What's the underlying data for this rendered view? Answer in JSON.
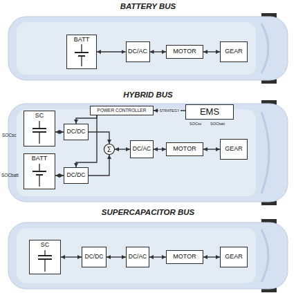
{
  "diagram": {
    "nodes": [
      {
        "text": [
          "BATTERY BUS"
        ]
      },
      {
        "text": [
          "BATT"
        ],
        "in": 0
      },
      {
        "text": [
          "DC/AC"
        ],
        "in": 0
      },
      {
        "text": [
          "MOTOR"
        ],
        "in": 0
      },
      {
        "text": [
          "GEAR"
        ],
        "in": 0
      },
      {
        "text": [
          "HYBRID BUS"
        ]
      },
      {
        "text": [
          "POWER CONTROLLER"
        ],
        "in": 5
      },
      {
        "text": [
          "EMS"
        ],
        "in": 5
      },
      {
        "text": [
          "SC"
        ],
        "in": 5
      },
      {
        "text": [
          "DC/DC"
        ],
        "in": 5
      },
      {
        "text": [
          "Σ"
        ],
        "in": 5
      },
      {
        "text": [
          "DC/AC"
        ],
        "in": 5
      },
      {
        "text": [
          "MOTOR"
        ],
        "in": 5
      },
      {
        "text": [
          "GEAR"
        ],
        "in": 5
      },
      {
        "text": [
          "BATT"
        ],
        "in": 5
      },
      {
        "text": [
          "DC/DC"
        ],
        "in": 5
      },
      {
        "text": [
          "SUPERCAPACITOR BUS"
        ]
      },
      {
        "text": [
          "SC"
        ],
        "in": 16
      },
      {
        "text": [
          "DC/DC"
        ],
        "in": 16
      },
      {
        "text": [
          "DC/AC"
        ],
        "in": 16
      },
      {
        "text": [
          "MOTOR"
        ],
        "in": 16
      },
      {
        "text": [
          "GEAR"
        ],
        "in": 16
      }
    ],
    "edges": [
      {
        "from": 1,
        "to": 2,
        "arrow": "both"
      },
      {
        "from": 2,
        "to": 3,
        "arrow": "both"
      },
      {
        "from": 3,
        "to": 4,
        "arrow": "both"
      },
      {
        "from": 8,
        "to": 9,
        "arrow": "both"
      },
      {
        "from": 14,
        "to": 15,
        "arrow": "both"
      },
      {
        "from": 9,
        "to": 10,
        "arrow": "to"
      },
      {
        "from": 15,
        "to": 10,
        "arrow": "to"
      },
      {
        "from": 10,
        "to": 11,
        "arrow": "both"
      },
      {
        "from": 11,
        "to": 12,
        "arrow": "both"
      },
      {
        "from": 12,
        "to": 13,
        "arrow": "both"
      },
      {
        "from": 7,
        "to": 6,
        "label": "STRATEGY",
        "arrow": "to"
      },
      {
        "from": 6,
        "to": 9,
        "arrow": "to"
      },
      {
        "from": 6,
        "to": 15,
        "arrow": "to"
      },
      {
        "from": 17,
        "to": 18,
        "arrow": "both"
      },
      {
        "from": 18,
        "to": 19,
        "arrow": "both"
      },
      {
        "from": 19,
        "to": 20,
        "arrow": "both"
      },
      {
        "from": 20,
        "to": 21,
        "arrow": "both"
      }
    ],
    "labels": [
      "SOCsc",
      "SOCbatt",
      "SOCsc",
      "SOCbatt"
    ]
  }
}
